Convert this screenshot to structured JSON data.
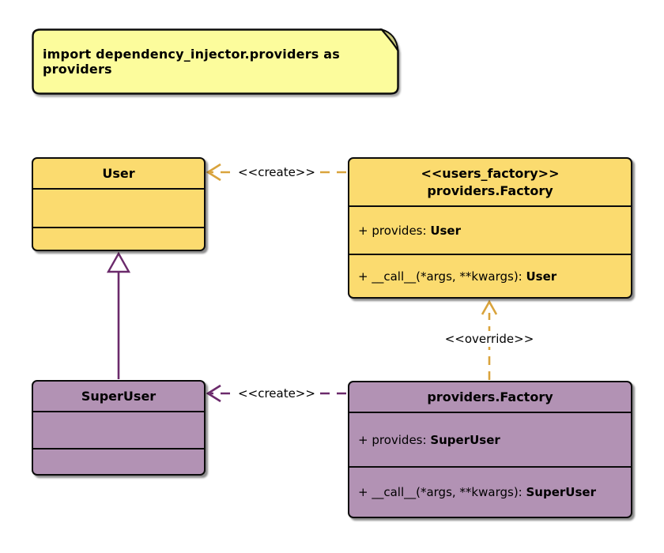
{
  "diagram": {
    "note": {
      "text": "import dependency_injector.providers as providers"
    },
    "classes": {
      "user": {
        "name": "User"
      },
      "users_factory": {
        "stereotype": "<<users_factory>>",
        "name": "providers.Factory",
        "attr_prefix": "+ provides: ",
        "attr_type": "User",
        "method_prefix": "+ __call__(*args, **kwargs): ",
        "method_type": "User"
      },
      "superuser": {
        "name": "SuperUser"
      },
      "superuser_factory": {
        "name": "providers.Factory",
        "attr_prefix": "+ provides: ",
        "attr_type": "SuperUser",
        "method_prefix": "+ __call__(*args, **kwargs): ",
        "method_type": "SuperUser"
      }
    },
    "edges": {
      "create_user": {
        "label": "<<create>>",
        "style": "dashed",
        "color": "#D9A33C"
      },
      "create_superuser": {
        "label": "<<create>>",
        "style": "dashed",
        "color": "#6B2A6B"
      },
      "override": {
        "label": "<<override>>",
        "style": "dashed",
        "color": "#D9A33C"
      },
      "generalization": {
        "label": "",
        "style": "solid",
        "color": "#6B2A6B"
      }
    },
    "colors": {
      "class_yellow": "#FBDB6F",
      "class_purple": "#B292B4",
      "note_fill": "#FCFC9C",
      "note_fold": "#C9C97E",
      "gold_edge": "#D9A33C",
      "purple_edge": "#6B2A6B",
      "border": "#0B0B0B",
      "background": "#FFFFFF"
    }
  }
}
